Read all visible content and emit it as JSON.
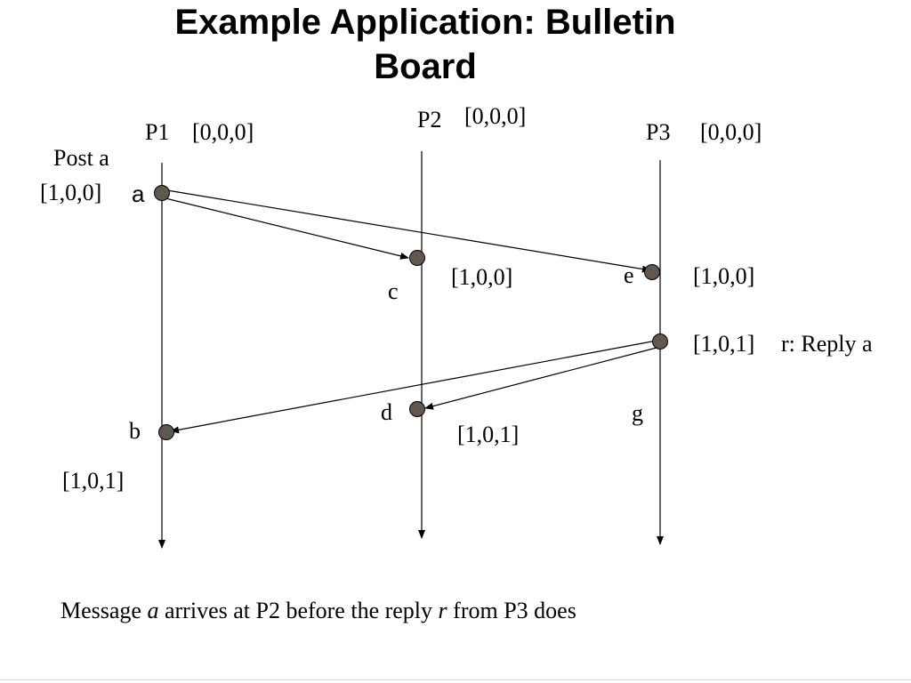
{
  "title": {
    "line1": "Example Application: Bulletin",
    "line2": "Board"
  },
  "processes": [
    {
      "name": "P1",
      "initial_clock": "[0,0,0]"
    },
    {
      "name": "P2",
      "initial_clock": "[0,0,0]"
    },
    {
      "name": "P3",
      "initial_clock": "[0,0,0]"
    }
  ],
  "events": {
    "a": {
      "label": "a",
      "note_line1": "Post a",
      "note_line2": "[1,0,0]"
    },
    "c": {
      "label": "c",
      "clock": "[1,0,0]"
    },
    "e": {
      "label": "e",
      "clock": "[1,0,0]"
    },
    "r": {
      "clock": "[1,0,1]",
      "note": "r: Reply a"
    },
    "d": {
      "label": "d",
      "clock": "[1,0,1]"
    },
    "g": {
      "label": "g"
    },
    "b": {
      "label": "b",
      "clock": "[1,0,1]"
    }
  },
  "caption": {
    "part1": "Message ",
    "italic1": "a",
    "part2": " arrives at P2 before the reply ",
    "italic2": "r",
    "part3": " from P3 does"
  },
  "colors": {
    "event_fill": "#5f5750",
    "line": "#000000"
  }
}
